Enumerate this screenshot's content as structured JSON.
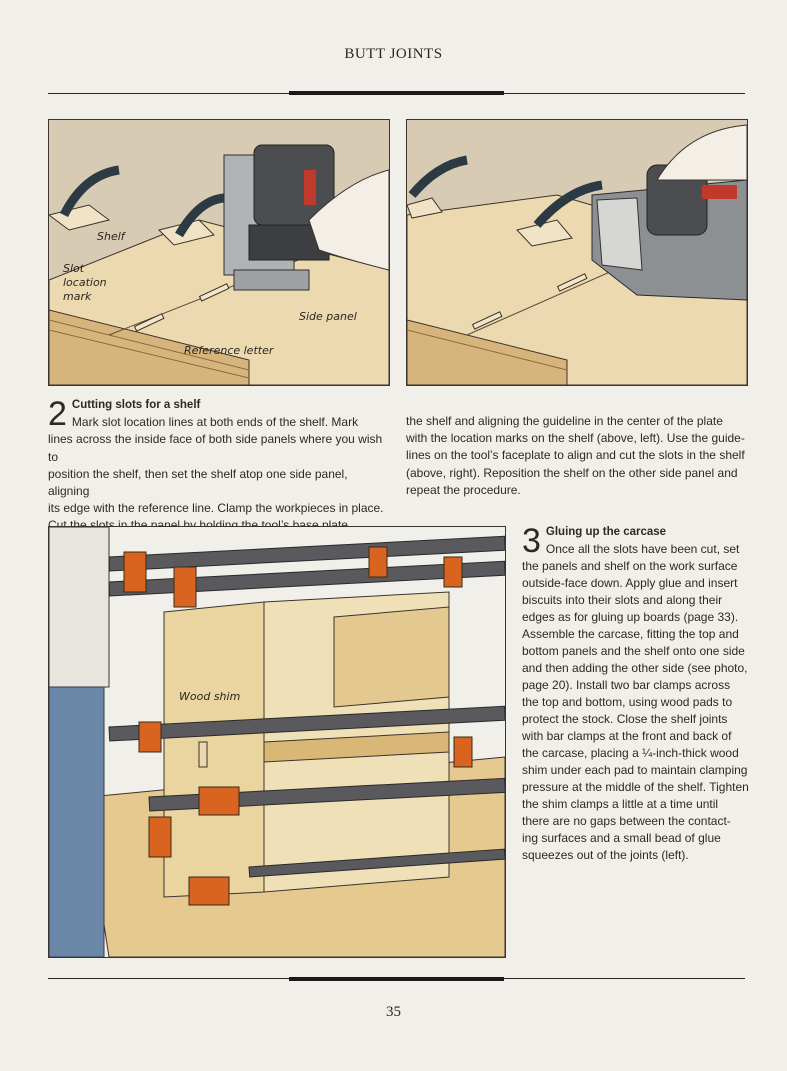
{
  "header": {
    "running_head": "BUTT JOINTS"
  },
  "figure_left": {
    "labels": [
      "Shelf",
      "Slot",
      "location",
      "mark",
      "Side panel",
      "Reference letter"
    ]
  },
  "figure_bottom": {
    "labels": [
      "Wood shim"
    ]
  },
  "step2": {
    "number": "2",
    "title": "Cutting slots for a shelf",
    "col1": [
      "Mark slot location lines at both ends of the shelf. Mark",
      "lines across the inside face of both side panels where you wish to",
      "position the shelf, then set the shelf atop one side panel, aligning",
      "its edge with the reference line. Clamp the workpieces in place.",
      "Cut the slots in the panel by holding the tool’s base plate against"
    ],
    "col2": [
      "the shelf and aligning the guideline in the center of the plate",
      "with the location marks on the shelf (above, left). Use the guide-",
      "lines on the tool’s faceplate to align and cut the slots in the shelf",
      "(above, right). Reposition the shelf on the other side panel and",
      "repeat the procedure."
    ]
  },
  "step3": {
    "number": "3",
    "title": "Gluing up the carcase",
    "lines": [
      "Once all the slots have been cut, set",
      "the panels and shelf on the work surface",
      "outside-face down. Apply glue and insert",
      "biscuits into their slots and along their",
      "edges as for gluing up boards (page 33).",
      "Assemble the carcase, fitting the top and",
      "bottom panels and the shelf onto one side",
      "and then adding the other side (see photo,",
      "page 20). Install two bar clamps across",
      "the top and bottom, using wood pads to",
      "protect the stock. Close the shelf joints",
      "with bar clamps at the front and back of",
      "the carcase, placing a ¼-inch-thick wood",
      "shim under each pad to maintain clamping",
      "pressure at the middle of the shelf. Tighten",
      "the shim clamps a little at a time until",
      "there are no gaps between the contact-",
      "ing surfaces and a small bead of glue",
      "squeezes out of the joints (left)."
    ]
  },
  "footer": {
    "page_number": "35"
  },
  "colors": {
    "clamp_orange": "#d9641f",
    "wood": "#e6c98e",
    "bar": "#5a5a5e",
    "background": "#f1efe9"
  }
}
